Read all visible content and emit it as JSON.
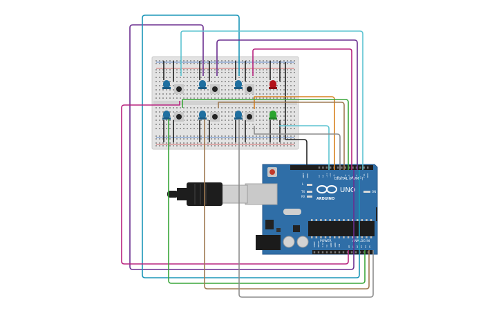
{
  "board": {
    "brand": "UNO",
    "maker": "ARDUINO",
    "digital_header": "DIGITAL (PWM~)",
    "power_header": "POWER",
    "analog_header": "ANALOG IN",
    "tx": "TX",
    "rx": "RX",
    "l": "L",
    "on": "ON",
    "aref": "AREF",
    "gnd": "GND",
    "ioref": "IOREF",
    "reset": "RESET",
    "v33": "3.3V",
    "v5": "5V",
    "vin": "VIN",
    "digital_pins": [
      "13",
      "12",
      "~11",
      "~10",
      "~9",
      "8",
      "7",
      "~6",
      "~5",
      "4",
      "~3",
      "2",
      "TX1",
      "RX0"
    ],
    "analog_pins": [
      "A0",
      "A1",
      "A2",
      "A3",
      "A4",
      "A5"
    ]
  },
  "colors": {
    "board": "#2f6ea7",
    "breadboard": "#e6e6e6",
    "led_blue": "#1f6fa0",
    "led_red": "#b3131b",
    "led_green": "#2aa52f",
    "wire_purple": "#6a2d8f",
    "wire_teal": "#1a96b8",
    "wire_cyan": "#5cc3d1",
    "wire_magenta": "#b8237f",
    "wire_green": "#3aa63a",
    "wire_orange": "#d9811f",
    "wire_brown": "#9e7a52",
    "wire_gray": "#8c8c8c",
    "wire_black": "#222222"
  }
}
